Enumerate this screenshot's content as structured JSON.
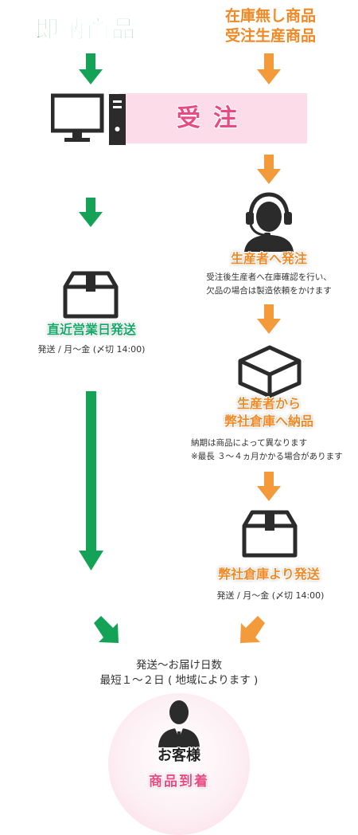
{
  "top": {
    "instock_title": "即納商品",
    "order_title_line1": "在庫無し商品",
    "order_title_line2": "受注生産商品"
  },
  "order": {
    "label": "受注"
  },
  "left": {
    "nearest_ship": "直近営業日発送",
    "ship_note": "発送 / 月～金 (〆切 14:00)"
  },
  "right": {
    "to_producer": "生産者へ発注",
    "to_producer_note1": "受注後生産者へ在庫確認を行い、",
    "to_producer_note2": "欠品の場合は製造依頼をかけます",
    "delivery_line1": "生産者から",
    "delivery_line2": "弊社倉庫へ納品",
    "delivery_note1": "納期は商品によって異なります",
    "delivery_note2": "※最長 ３～４ヵ月かかる場合があります",
    "warehouse_ship": "弊社倉庫より発送",
    "warehouse_ship_note": "発送 / 月～金 (〆切 14:00)"
  },
  "bottom": {
    "line1": "発送～お届け日数",
    "line2": "最短１～２日 ( 地域によります )",
    "customer": "お客様",
    "arrival": "商品到着"
  },
  "colors": {
    "green": "#14a356",
    "orange": "#f08a27",
    "pink": "#e84a82",
    "band": "#fbdce8",
    "icon": "#2b2b2b"
  }
}
